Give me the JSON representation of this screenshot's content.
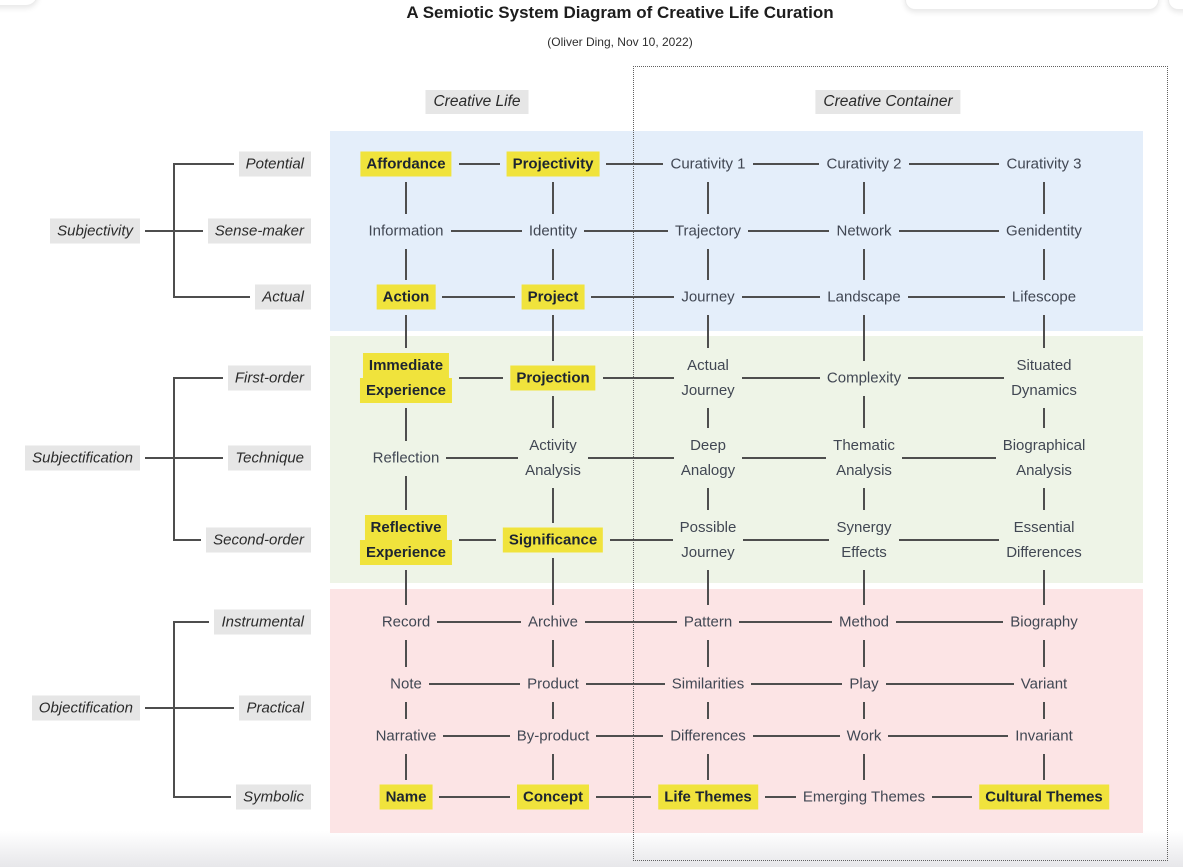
{
  "title": "A Semiotic System Diagram of Creative Life Curation",
  "subtitle": "(Oliver Ding, Nov 10, 2022)",
  "column_headers": {
    "left": "Creative Life",
    "right": "Creative Container"
  },
  "colors": {
    "band_blue": "#e4eefa",
    "band_green": "#eef4e7",
    "band_pink": "#fce4e5",
    "highlight": "#f0e33c",
    "label_bg": "#e6e6e6",
    "line": "#4e4e4e"
  },
  "groups": [
    {
      "label": "Subjectivity",
      "branches": [
        "Potential",
        "Sense-maker",
        "Actual"
      ]
    },
    {
      "label": "Subjectification",
      "branches": [
        "First-order",
        "Technique",
        "Second-order"
      ]
    },
    {
      "label": "Objectification",
      "branches": [
        "Instrumental",
        "Practical",
        "Symbolic"
      ]
    }
  ],
  "bands": [
    {
      "name": "Subjectivity",
      "color": "#e4eefa",
      "rows": [
        [
          {
            "label": "Affordance",
            "hl": true
          },
          {
            "label": "Projectivity",
            "hl": true
          },
          {
            "label": "Curativity 1"
          },
          {
            "label": "Curativity 2"
          },
          {
            "label": "Curativity 3"
          }
        ],
        [
          {
            "label": "Information"
          },
          {
            "label": "Identity"
          },
          {
            "label": "Trajectory"
          },
          {
            "label": "Network"
          },
          {
            "label": "Genidentity"
          }
        ],
        [
          {
            "label": "Action",
            "hl": true
          },
          {
            "label": "Project",
            "hl": true
          },
          {
            "label": "Journey"
          },
          {
            "label": "Landscape"
          },
          {
            "label": "Lifescope"
          }
        ]
      ]
    },
    {
      "name": "Subjectification",
      "color": "#eef4e7",
      "rows": [
        [
          {
            "label": "Immediate\nExperience",
            "hl": true
          },
          {
            "label": "Projection",
            "hl": true
          },
          {
            "label": "Actual\nJourney"
          },
          {
            "label": "Complexity"
          },
          {
            "label": "Situated\nDynamics"
          }
        ],
        [
          {
            "label": "Reflection"
          },
          {
            "label": "Activity\nAnalysis"
          },
          {
            "label": "Deep\nAnalogy"
          },
          {
            "label": "Thematic\nAnalysis"
          },
          {
            "label": "Biographical\nAnalysis"
          }
        ],
        [
          {
            "label": "Reflective\nExperience",
            "hl": true
          },
          {
            "label": "Significance",
            "hl": true
          },
          {
            "label": "Possible\nJourney"
          },
          {
            "label": "Synergy\nEffects"
          },
          {
            "label": "Essential\nDifferences"
          }
        ]
      ]
    },
    {
      "name": "Objectification",
      "color": "#fce4e5",
      "rows": [
        [
          {
            "label": "Record"
          },
          {
            "label": "Archive"
          },
          {
            "label": "Pattern"
          },
          {
            "label": "Method"
          },
          {
            "label": "Biography"
          }
        ],
        [
          {
            "label": "Note"
          },
          {
            "label": "Product"
          },
          {
            "label": "Similarities"
          },
          {
            "label": "Play"
          },
          {
            "label": "Variant"
          }
        ],
        [
          {
            "label": "Narrative"
          },
          {
            "label": "By-product"
          },
          {
            "label": "Differences"
          },
          {
            "label": "Work"
          },
          {
            "label": "Invariant"
          }
        ],
        [
          {
            "label": "Name",
            "hl": true
          },
          {
            "label": "Concept",
            "hl": true
          },
          {
            "label": "Life Themes",
            "hl": true
          },
          {
            "label": "Emerging Themes"
          },
          {
            "label": "Cultural Themes",
            "hl": true
          }
        ]
      ]
    }
  ]
}
